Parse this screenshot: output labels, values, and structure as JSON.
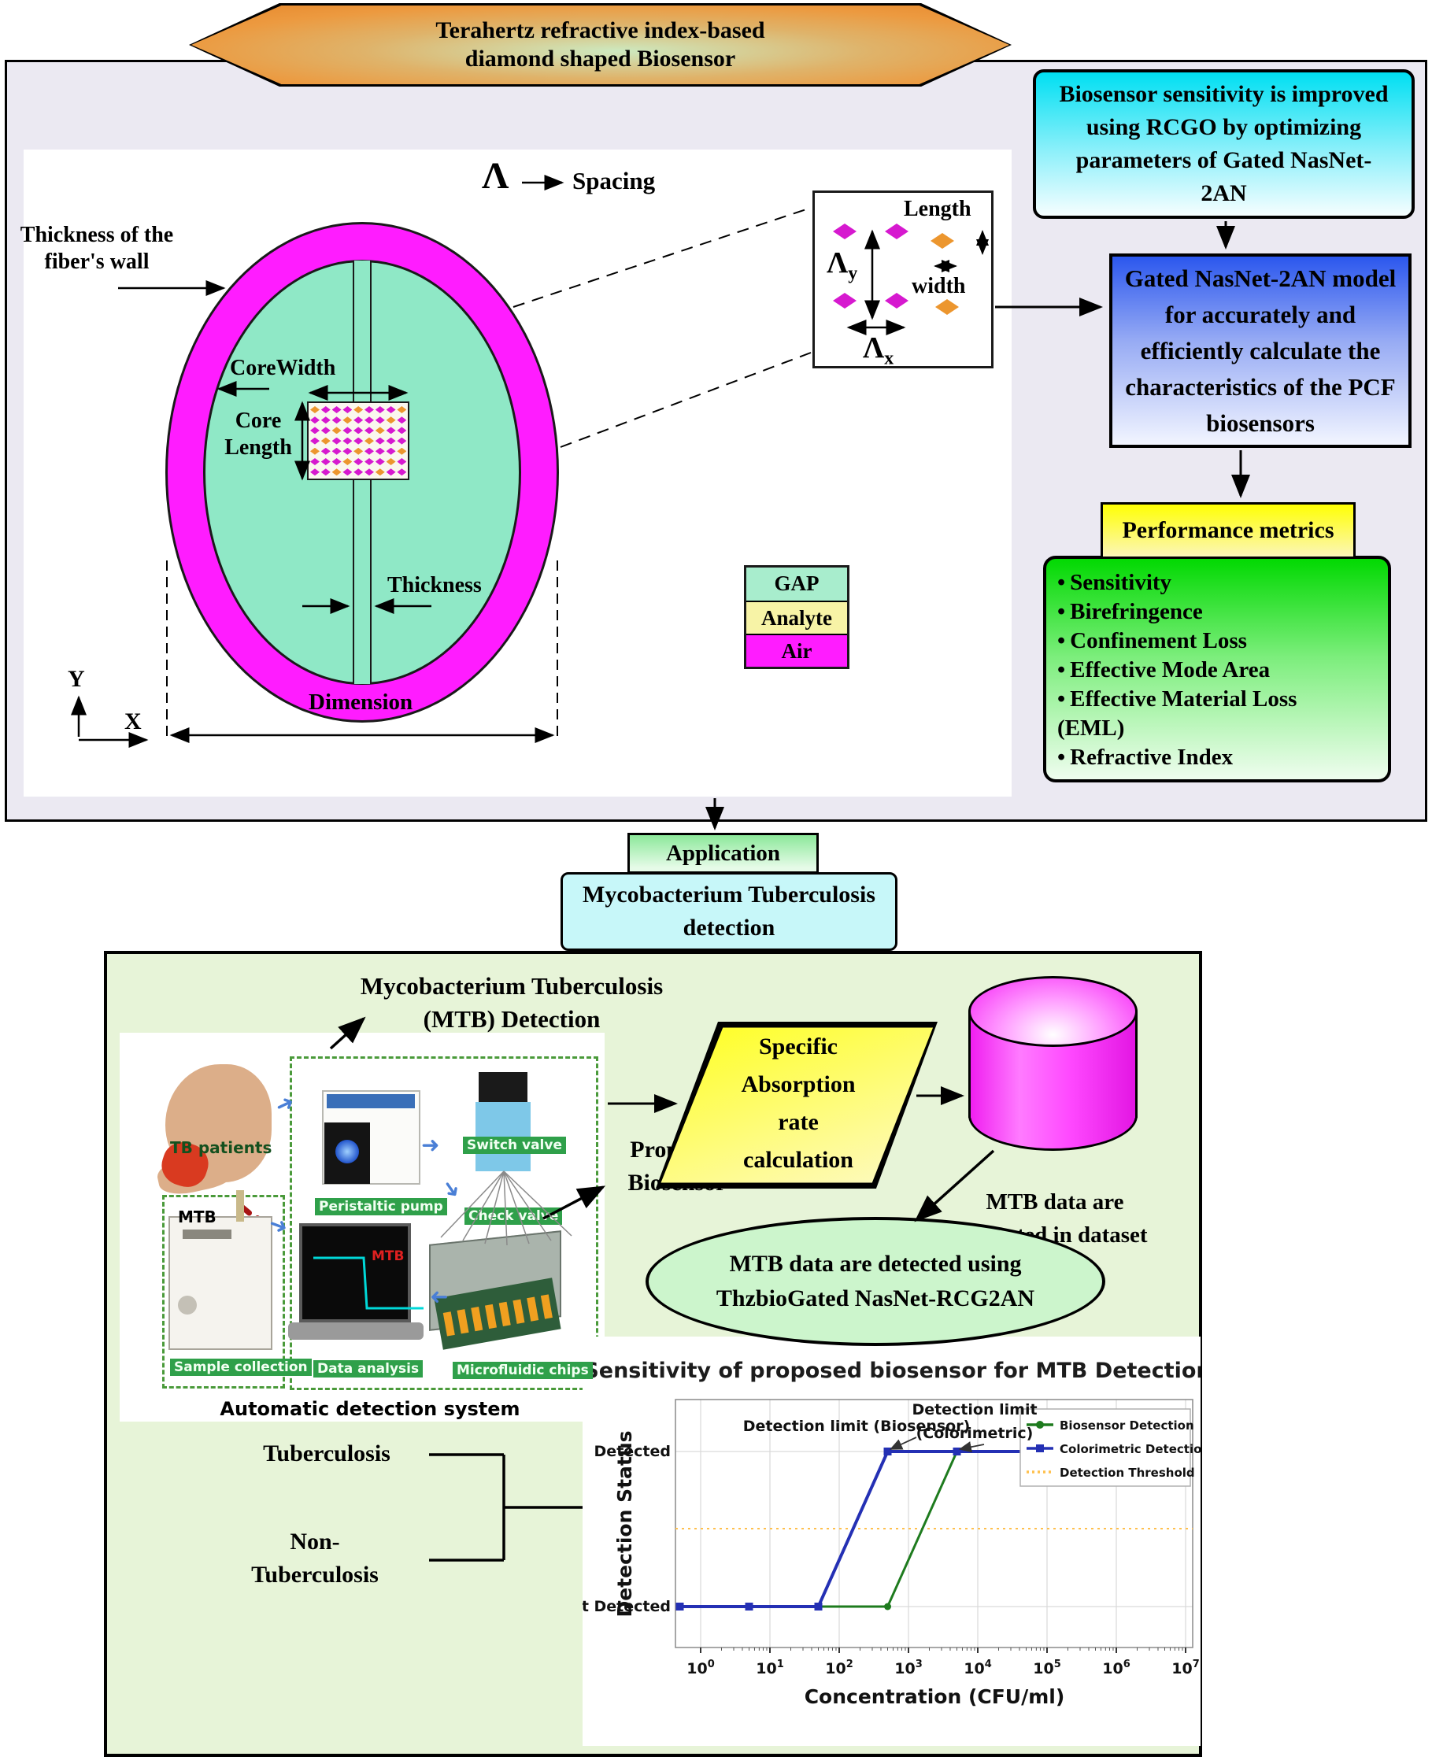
{
  "header": {
    "line1": "Terahertz refractive index-based",
    "line2": "diamond shaped Biosensor"
  },
  "fiber": {
    "lambda": "Λ",
    "spacing": "Spacing",
    "wall1": "Thickness of the",
    "wall2": "fiber's wall",
    "corewidth": "CoreWidth",
    "core1": "Core",
    "core2": "Length",
    "thickness": "Thickness",
    "dimension": "Dimension",
    "axis_y": "Y",
    "axis_x": "X"
  },
  "inset": {
    "length": "Length",
    "width": "width",
    "lambda": "Λ",
    "sub_y": "y",
    "sub_x": "x"
  },
  "legend": {
    "items": [
      {
        "label": "GAP",
        "color": "#a8edcd"
      },
      {
        "label": "Analyte",
        "color": "#f7f3a6"
      },
      {
        "label": "Air",
        "color": "#ff1cff"
      }
    ]
  },
  "flow": {
    "box1": "Biosensor sensitivity is improved using RCGO by optimizing parameters of Gated NasNet-2AN",
    "box2": "Gated NasNet-2AN model for accurately and efficiently calculate the characteristics of the PCF biosensors",
    "metrics_title": "Performance metrics",
    "metrics": [
      "Sensitivity",
      "Birefringence",
      "Confinement Loss",
      "Effective Mode Area",
      "Effective Material Loss (EML)",
      "Refractive Index"
    ],
    "application": "Application",
    "mtb_box": "Mycobacterium Tuberculosis detection"
  },
  "bottom": {
    "title1": "Mycobacterium Tuberculosis",
    "title2": "(MTB) Detection",
    "labels": {
      "tb_patients": "TB patients",
      "mtb": "MTB",
      "peristaltic_pump": "Peristaltic pump",
      "switch_valve": "Switch valve",
      "check_valve": "Check valve",
      "sample_collection": "Sample collection",
      "data_analysis": "Data analysis",
      "microfluidic_chips": "Microfluidic chips",
      "caption": "Automatic detection system",
      "laptop_mtb": "MTB"
    },
    "proposed1": "Proposed",
    "proposed2": "Biosensor",
    "sar_lines": [
      "Specific",
      "Absorption",
      "rate",
      "calculation"
    ],
    "dataset1": "MTB data are",
    "dataset2": "collected in dataset",
    "ellipse1": "MTB data are detected using",
    "ellipse2": "ThzbioGated NasNet-RCG2AN",
    "tb": "Tuberculosis",
    "non1": "Non-",
    "non2": "Tuberculosis"
  },
  "chart_data": {
    "type": "line",
    "title": "Sensitivity of proposed biosensor for MTB Detection",
    "xlabel": "Concentration (CFU/ml)",
    "ylabel": "Detection Status",
    "x_scale": "log",
    "x_tick_exponents": [
      0,
      1,
      2,
      3,
      4,
      5,
      6,
      7
    ],
    "y_categories": [
      "Not Detected",
      "Detected"
    ],
    "grid": true,
    "legend_position": "upper right",
    "series": [
      {
        "name": "Biosensor Detection",
        "color": "#1e7b1e",
        "marker": "circle",
        "x": [
          0.5,
          5,
          50,
          500,
          5000,
          50000,
          500000,
          5000000
        ],
        "y": [
          "Not Detected",
          "Not Detected",
          "Not Detected",
          "Not Detected",
          "Detected",
          "Detected",
          "Detected",
          "Detected"
        ]
      },
      {
        "name": "Colorimetric Detection",
        "color": "#2430b4",
        "marker": "square",
        "x": [
          0.5,
          5,
          50,
          500,
          5000,
          50000,
          500000,
          5000000
        ],
        "y": [
          "Not Detected",
          "Not Detected",
          "Not Detected",
          "Detected",
          "Detected",
          "Detected",
          "Detected",
          "Detected"
        ]
      },
      {
        "name": "Detection Threshold",
        "color": "#ffc04d",
        "style": "dashed",
        "threshold_between": [
          "Not Detected",
          "Detected"
        ]
      }
    ],
    "annotations": [
      {
        "lines": [
          "Detection limit (Biosensor)"
        ],
        "points_to": {
          "x": 500,
          "y": "Detected"
        }
      },
      {
        "lines": [
          "Detection limit",
          "(Colorimetric)"
        ],
        "points_to": {
          "x": 5000,
          "y": "Detected"
        }
      }
    ]
  }
}
